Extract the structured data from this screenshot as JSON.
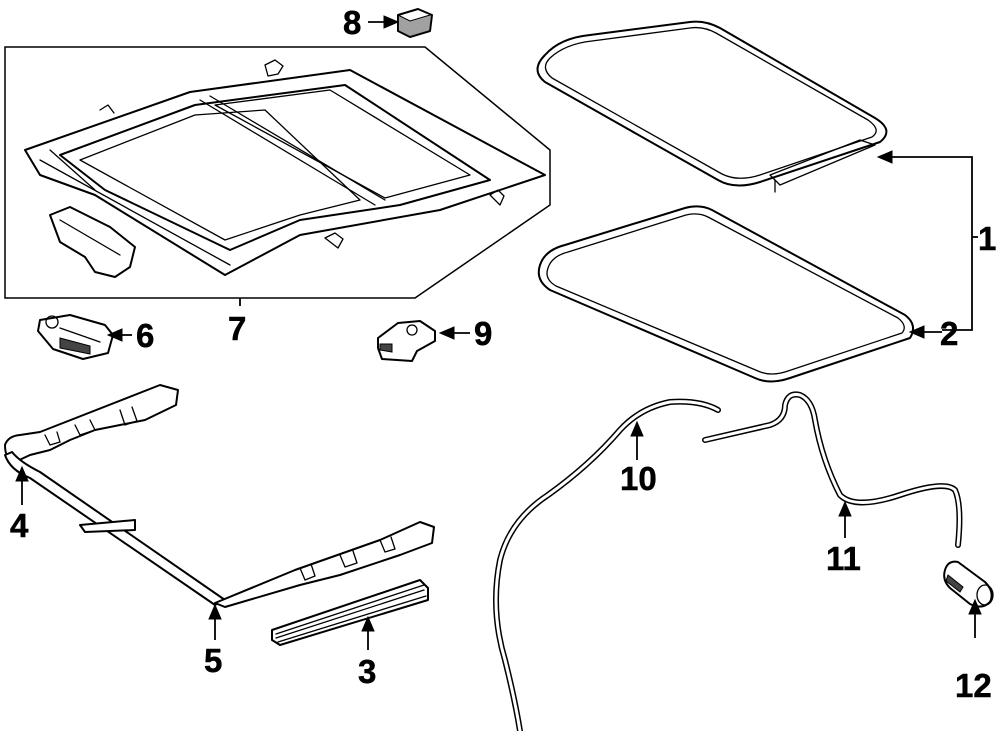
{
  "callouts": {
    "c1": "1",
    "c2": "2",
    "c3": "3",
    "c4": "4",
    "c5": "5",
    "c6": "6",
    "c7": "7",
    "c8": "8",
    "c9": "9",
    "c10": "10",
    "c11": "11",
    "c12": "12"
  },
  "parts": [
    {
      "id": "1",
      "icon": "sunroof-glass-panel"
    },
    {
      "id": "2",
      "icon": "glass-weatherstrip-seal"
    },
    {
      "id": "3",
      "icon": "deflector-strip"
    },
    {
      "id": "4",
      "icon": "left-guide-rail"
    },
    {
      "id": "5",
      "icon": "right-guide-rail"
    },
    {
      "id": "6",
      "icon": "sunroof-motor"
    },
    {
      "id": "7",
      "icon": "sunroof-frame-assembly"
    },
    {
      "id": "8",
      "icon": "clip"
    },
    {
      "id": "9",
      "icon": "control-module"
    },
    {
      "id": "10",
      "icon": "front-drain-hose"
    },
    {
      "id": "11",
      "icon": "rear-drain-hose"
    },
    {
      "id": "12",
      "icon": "drain-valve"
    }
  ]
}
